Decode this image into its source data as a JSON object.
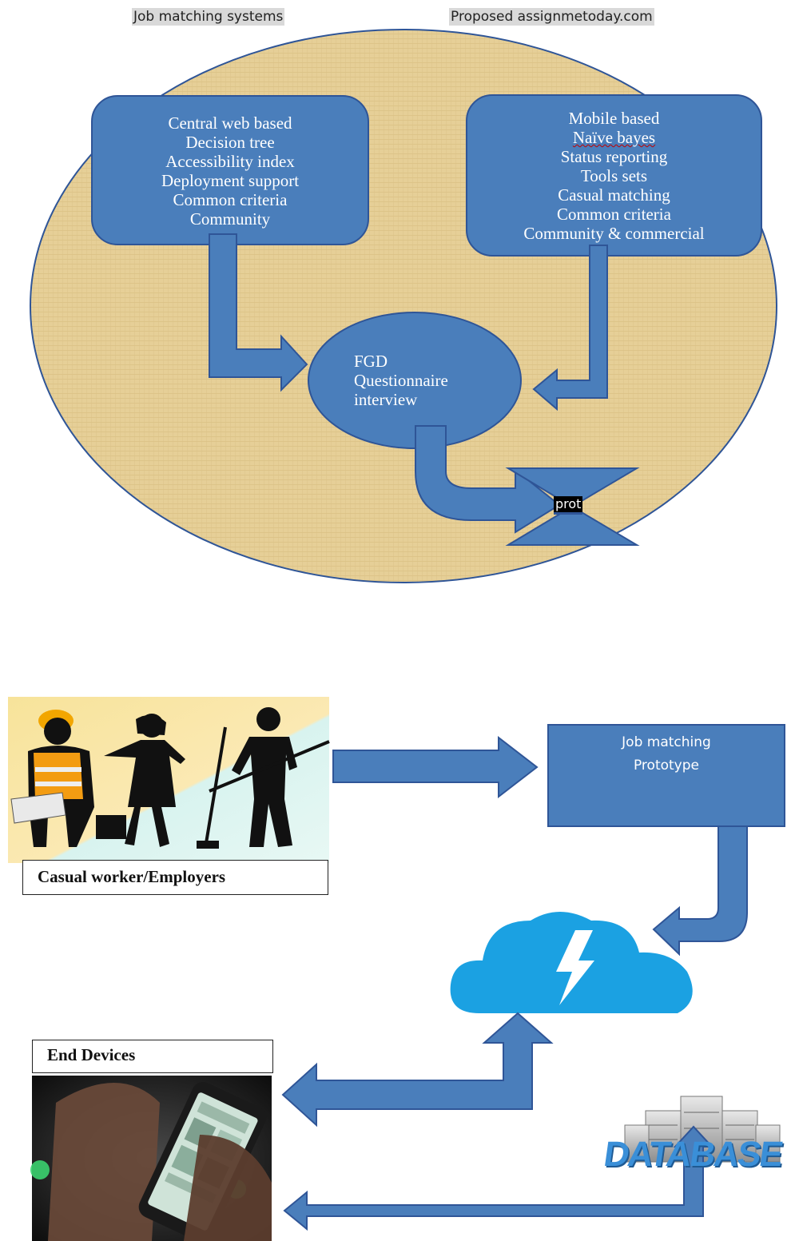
{
  "top": {
    "left_header": "Job matching systems",
    "right_header": "Proposed assignmetoday.com",
    "left_box_lines": [
      "Central web based",
      "Decision tree",
      "Accessibility  index",
      "Deployment support",
      "Common criteria",
      "Community"
    ],
    "right_box_lines": [
      "Mobile based",
      "Naïve bayes",
      "Status reporting",
      "Tools sets",
      "Casual  matching",
      "Common criteria",
      "Community & commercial"
    ],
    "center_lines": [
      "FGD",
      "Questionnaire",
      "interview"
    ],
    "output_label": "prot"
  },
  "bottom": {
    "workers_caption": "Casual worker/Employers",
    "prototype_lines": [
      "Job matching",
      "Prototype"
    ],
    "devices_caption": "End Devices",
    "database_label": "DATABASE",
    "cloud_icon": "cloud-lightning-icon"
  },
  "colors": {
    "shape_fill": "#4a7ebb",
    "shape_stroke": "#2f5597",
    "parchment": "#e6cf97",
    "cloud": "#1ba1e2"
  }
}
